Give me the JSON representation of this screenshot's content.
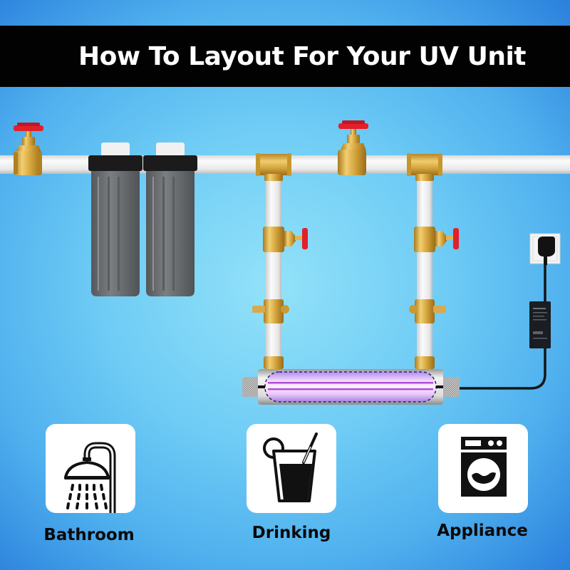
{
  "banner": {
    "title": "How To Layout For Your UV Unit"
  },
  "colors": {
    "background_center": "#93e2f9",
    "background_edge": "#2a7fdc",
    "banner": "#020202",
    "pipe": "#eeeeee",
    "brass": "#d4a53c",
    "valve_handle": "#e2202a",
    "uv_glow": "#c77cf0",
    "filter_housing": "#6f7275"
  },
  "diagram": {
    "components": [
      "gate-valve-inlet",
      "sediment-filter-1",
      "sediment-filter-2",
      "tee-fitting-left",
      "gate-valve-bypass",
      "tee-fitting-right",
      "isolation-valve-left",
      "isolation-valve-right",
      "union-fitting-left",
      "union-fitting-right",
      "uv-sterilizer-chamber",
      "power-adapter",
      "wall-socket-with-plug"
    ]
  },
  "uses": [
    {
      "label": "Bathroom",
      "icon": "shower-icon"
    },
    {
      "label": "Drinking",
      "icon": "drink-glass-icon"
    },
    {
      "label": "Appliance",
      "icon": "washing-machine-icon"
    }
  ]
}
